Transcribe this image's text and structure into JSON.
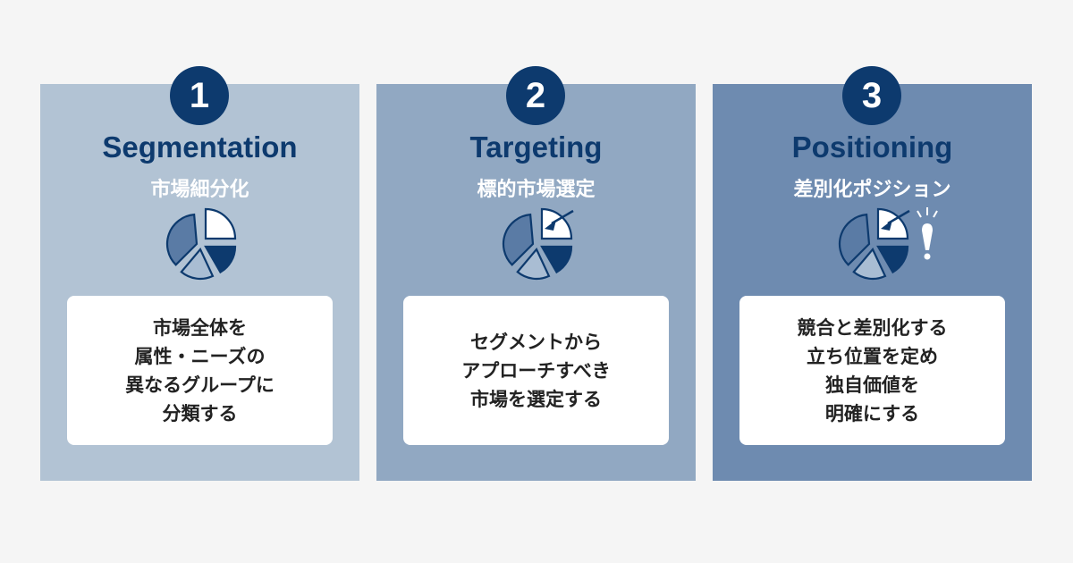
{
  "steps": [
    {
      "number": "1",
      "title": "Segmentation",
      "subtitle": "市場細分化",
      "icon": "pie-chart-icon",
      "lines": [
        "市場全体を",
        "属性・ニーズの",
        "異なるグループに",
        "分類する"
      ],
      "color": "#b2c3d4"
    },
    {
      "number": "2",
      "title": "Targeting",
      "subtitle": "標的市場選定",
      "icon": "pie-chart-target-icon",
      "lines": [
        "セグメントから",
        "アプローチすべき",
        "市場を選定する"
      ],
      "color": "#91a8c2"
    },
    {
      "number": "3",
      "title": "Positioning",
      "subtitle": "差別化ポジション",
      "icon": "pie-chart-target-idea-icon",
      "lines": [
        "競合と差別化する",
        "立ち位置を定め",
        "独自価値を",
        "明確にする"
      ],
      "color": "#6e8bb0"
    }
  ],
  "colors": {
    "navy": "#0d3a6e",
    "background": "#f5f5f5"
  }
}
